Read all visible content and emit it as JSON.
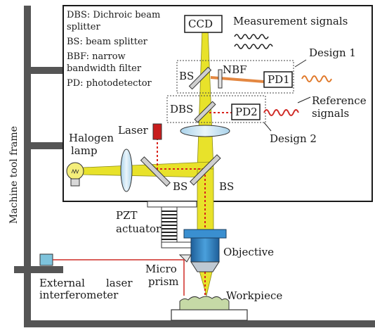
{
  "legend": {
    "lines": [
      "DBS: Dichroic beam",
      "splitter",
      "BS: beam splitter",
      "BBF: narrow",
      "bandwidth filter",
      "PD: photodetector"
    ]
  },
  "labels": {
    "ccd": "CCD",
    "measurement_signals": "Measurement signals",
    "design1": "Design 1",
    "nbf": "NBF",
    "bs_top": "BS",
    "pd1": "PD1",
    "reference": "Reference",
    "signals": "signals",
    "dbs": "DBS",
    "pd2": "PD2",
    "design2": "Design 2",
    "laser": "Laser",
    "halogen": "Halogen",
    "lamp": "lamp",
    "bs_left": "BS",
    "bs_right": "BS",
    "pzt": "PZT",
    "actuator": "actuator",
    "objective": "Objective",
    "micro": "Micro",
    "prism": "prism",
    "external": "External",
    "laser_word": "laser",
    "interferometer": "interferometer",
    "workpiece": "Workpiece",
    "machine_frame": "Machine tool frame"
  },
  "colors": {
    "beam": "#e8e22a",
    "laser_dotted": "#d9231c",
    "orange_signal": "#e07a2c",
    "red_signal": "#cf2b27",
    "lens": "#c9e3f2",
    "objective": "#2a7fc1",
    "interferometer": "#7ec3dc",
    "workpiece": "#c6d9a6",
    "laser_box": "#c81d1d"
  }
}
